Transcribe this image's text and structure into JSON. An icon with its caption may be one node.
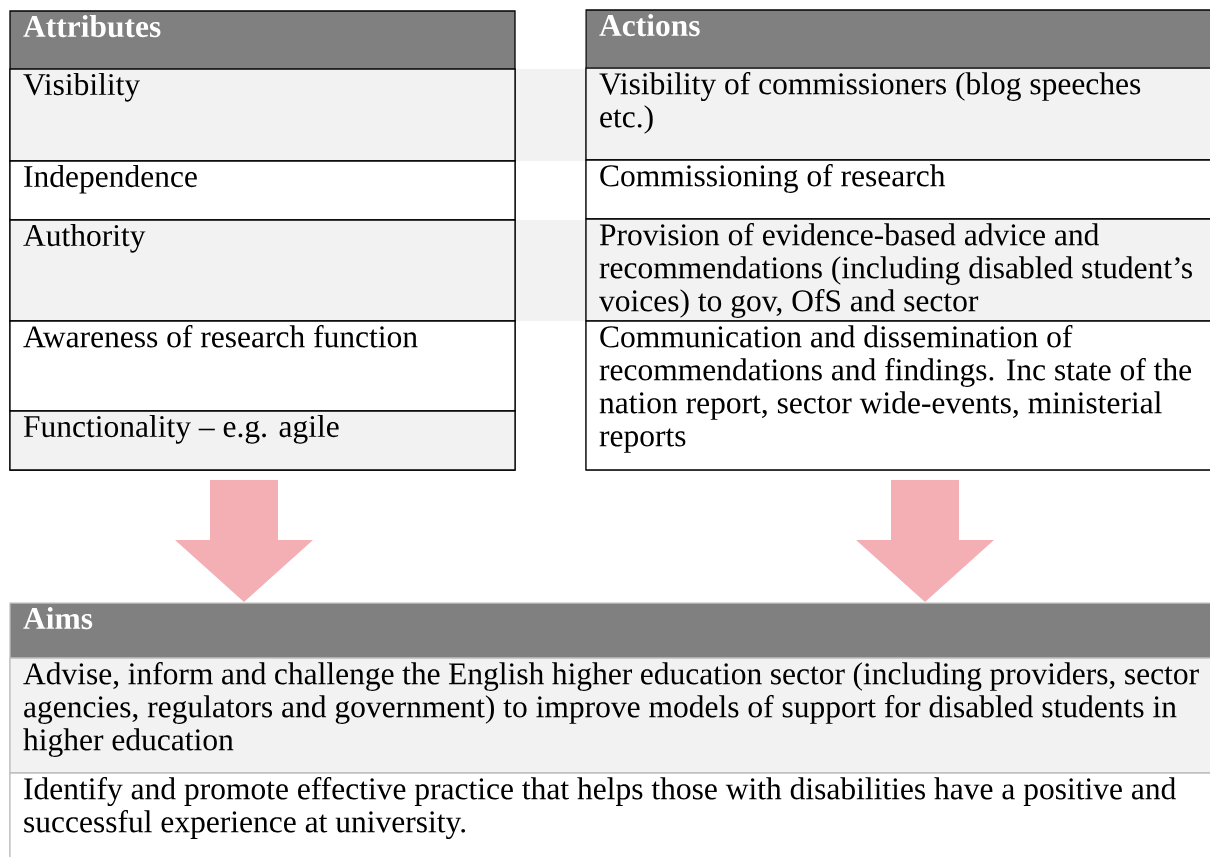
{
  "diagram": {
    "nodes": [
      {
        "text": [
          "Attributes"
        ]
      },
      {
        "text": [
          "Visibility"
        ],
        "in": 0
      },
      {
        "text": [
          "Independence"
        ],
        "in": 0
      },
      {
        "text": [
          "Authority"
        ],
        "in": 0
      },
      {
        "text": [
          "Awareness of research function"
        ],
        "in": 0
      },
      {
        "text": [
          "Functionality – e.g. agile"
        ],
        "in": 0
      },
      {
        "text": [
          "Actions"
        ]
      },
      {
        "text": [
          "Visibility of commissioners (blog speeches etc.)"
        ],
        "in": 6
      },
      {
        "text": [
          "Commissioning of research"
        ],
        "in": 6
      },
      {
        "text": [
          "Provision of evidence-based advice and recommendations (including disabled student’s voices) to gov, OfS and sector"
        ],
        "in": 6
      },
      {
        "text": [
          "Communication and dissemination of recommendations and findings. Inc state of the nation report, sector wide-events, ministerial reports"
        ],
        "in": 6
      },
      {
        "text": [
          "Aims"
        ]
      },
      {
        "text": [
          "Advise, inform and challenge the English higher education sector (including providers, sector agencies, regulators and government) to improve models of support for disabled students in higher education"
        ],
        "in": 11
      },
      {
        "text": [
          "Identify and promote effective practice that helps those with disabilities have a positive and successful experience at university."
        ],
        "in": 11
      }
    ],
    "edges": [
      {
        "from": 0,
        "to": 11,
        "arrow": "to",
        "style": "thick",
        "color": "#f4afb5"
      },
      {
        "from": 6,
        "to": 11,
        "arrow": "to",
        "style": "thick",
        "color": "#f4afb5"
      }
    ]
  }
}
